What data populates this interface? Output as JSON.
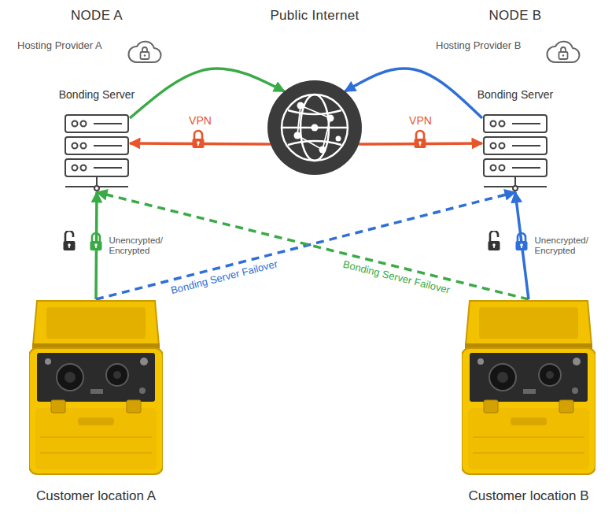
{
  "diagram": {
    "nodes": [
      {
        "text": [
          "NODE A",
          "Hosting Provider A"
        ]
      },
      {
        "text": [
          "Bonding Server"
        ],
        "in": 0
      },
      {
        "text": [
          "Public Internet"
        ]
      },
      {
        "text": [
          "NODE B",
          "Hosting Provider B"
        ]
      },
      {
        "text": [
          "Bonding Server"
        ],
        "in": 3
      },
      {
        "text": [
          "Customer location A"
        ]
      },
      {
        "text": [
          "Customer location B"
        ]
      }
    ],
    "edges": [
      {
        "from": 1,
        "to": 2,
        "arrow": "to"
      },
      {
        "from": 2,
        "to": 1,
        "label": "VPN",
        "arrow": "to"
      },
      {
        "from": 2,
        "to": 4,
        "label": "VPN",
        "arrow": "to"
      },
      {
        "from": 4,
        "to": 2,
        "arrow": "to"
      },
      {
        "from": 5,
        "to": 1,
        "label": "Unencrypted/ Encrypted",
        "arrow": "to"
      },
      {
        "from": 5,
        "to": 4,
        "label": "Bonding Server Failover",
        "arrow": "to"
      },
      {
        "from": 6,
        "to": 1,
        "label": "Bonding Server Failover",
        "arrow": "to"
      },
      {
        "from": 6,
        "to": 4,
        "label": "Unencrypted/ Encrypted",
        "arrow": "to"
      }
    ]
  }
}
